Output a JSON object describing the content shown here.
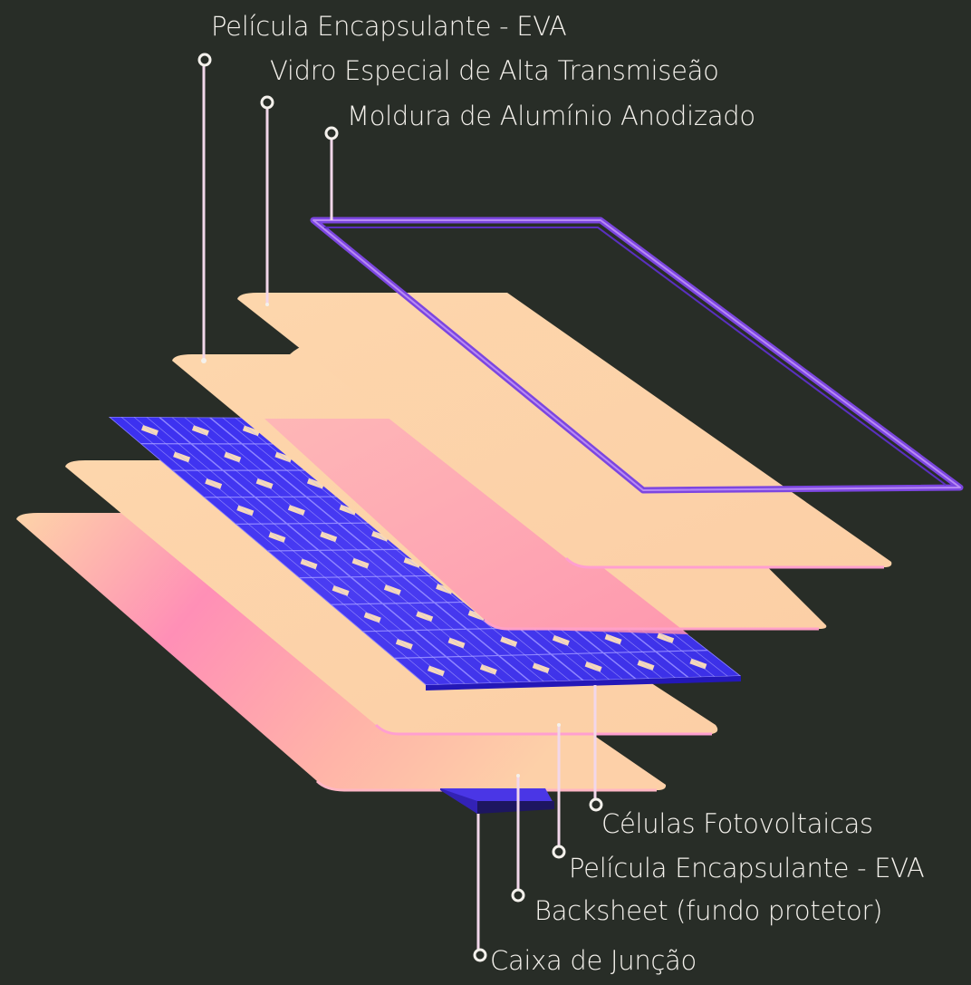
{
  "title": "",
  "colors": {
    "background": "#282d27",
    "layer_peach": "#fdd4a8",
    "layer_pink": "#ff8fb0",
    "cells_blue": "#3d2fe8",
    "frame_purple": "#8a4bea",
    "leader_line": "#f2d7ea",
    "label_text": "#f4f1ec"
  },
  "labels": {
    "eva_top": "Película Encapsulante - EVA",
    "glass": "Vidro Especial de Alta Transmiseão",
    "frame": "Moldura de Alumínio Anodizado",
    "cells": "Células Fotovoltaicas",
    "eva_bottom": "Película Encapsulante - EVA",
    "backsheet": "Backsheet (fundo protetor)",
    "junction_box": "Caixa de Junção"
  },
  "layers_top_to_bottom": [
    "frame",
    "glass",
    "eva_top",
    "cells",
    "eva_bottom",
    "backsheet",
    "junction_box"
  ],
  "icons": {
    "callout_marker": "ring-marker-icon"
  }
}
